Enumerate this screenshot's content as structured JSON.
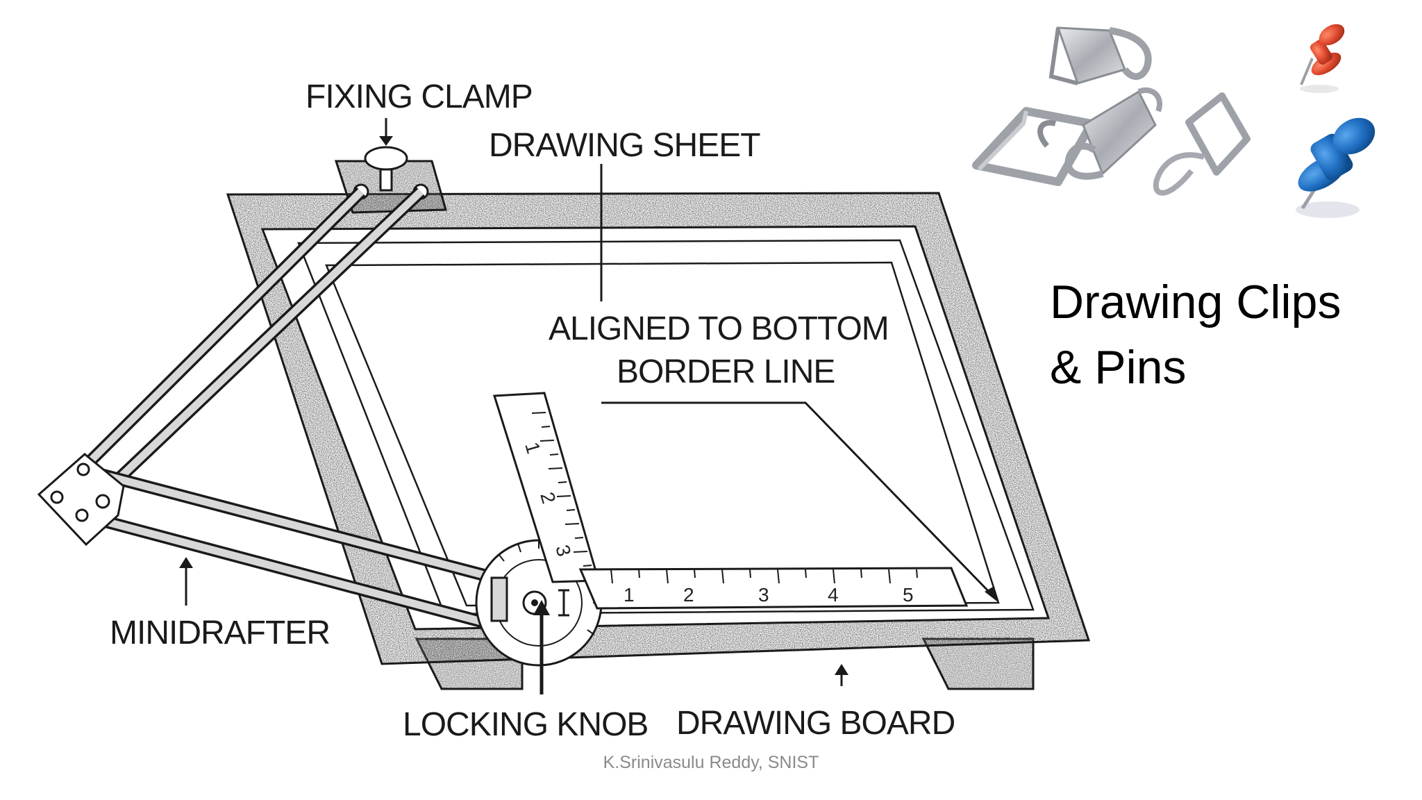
{
  "diagram": {
    "labels": {
      "fixing_clamp": "FIXING CLAMP",
      "drawing_sheet": "DRAWING SHEET",
      "aligned_line1": "ALIGNED TO BOTTOM",
      "aligned_line2": "BORDER LINE",
      "minidrafter": "MINIDRAFTER",
      "locking_knob": "LOCKING KNOB",
      "drawing_board": "DRAWING BOARD"
    },
    "scale_horizontal": [
      "1",
      "2",
      "3",
      "4",
      "5"
    ],
    "scale_vertical": [
      "1",
      "2",
      "3"
    ],
    "colors": {
      "ink": "#1a1a1a",
      "board_texture": "#6b6b6b"
    }
  },
  "side_panel": {
    "title_line1": "Drawing Clips",
    "title_line2": "& Pins",
    "icons": [
      "drawing-clip-icon",
      "drawing-clip-icon",
      "drawing-clip-icon",
      "red-push-pin-icon",
      "blue-push-pin-icon"
    ],
    "colors": {
      "red_pin": "#e04a2e",
      "blue_pin": "#1f6ec2",
      "clip_metal": "#b8bcc2"
    }
  },
  "footer": {
    "credit": "K.Srinivasulu Reddy, SNIST"
  }
}
